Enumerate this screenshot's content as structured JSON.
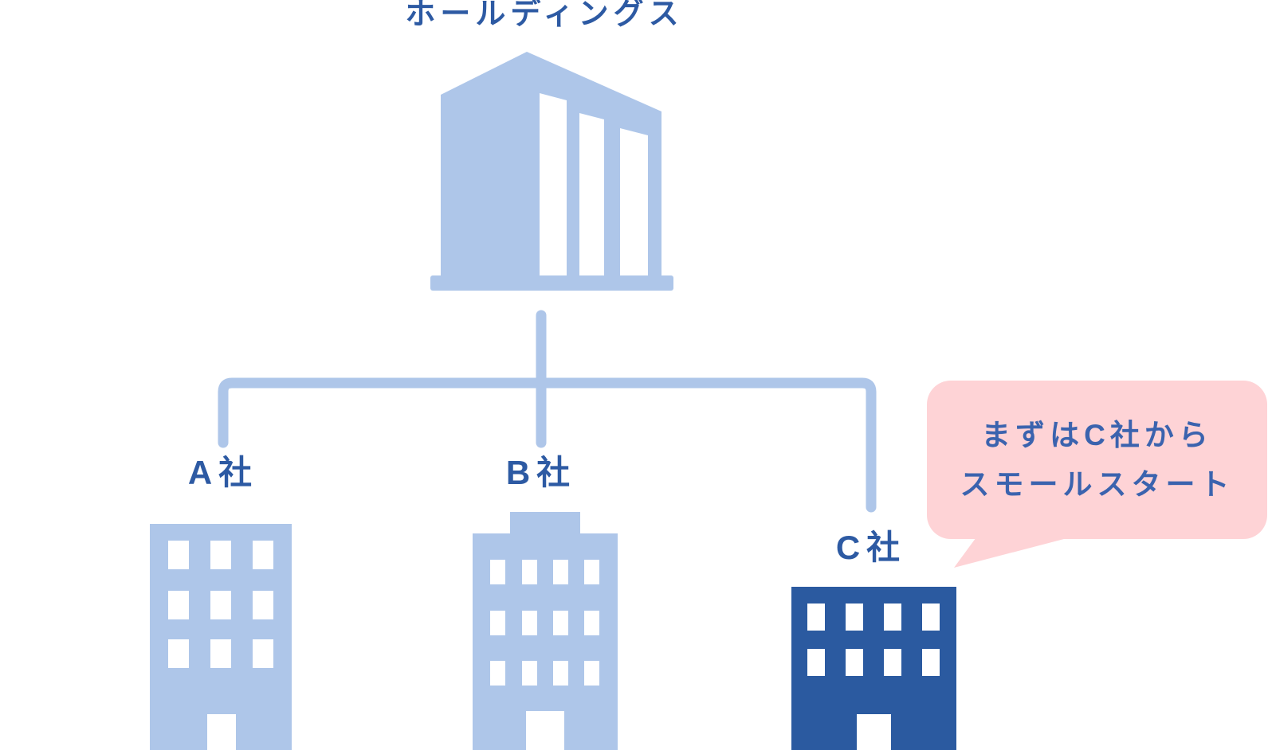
{
  "org_chart": {
    "title": "ホールディングス",
    "parent": {
      "icon": "holdings-building-icon"
    },
    "subsidiaries": [
      {
        "label": "A社",
        "icon": "office-building-icon",
        "building_color": "#aec6e9"
      },
      {
        "label": "B社",
        "icon": "office-building-icon",
        "building_color": "#aec6e9"
      },
      {
        "label": "C社",
        "icon": "office-building-icon",
        "building_color": "#2b5aa0"
      }
    ],
    "callout": {
      "line1": "まずはC社から",
      "line2": "スモールスタート"
    }
  },
  "colors": {
    "light_blue": "#aec6e9",
    "dark_blue": "#2b5aa0",
    "heading_text": "#2d5aa3",
    "callout_text": "#3b63ae",
    "callout_background": "#fed3d6",
    "background": "#ffffff"
  }
}
